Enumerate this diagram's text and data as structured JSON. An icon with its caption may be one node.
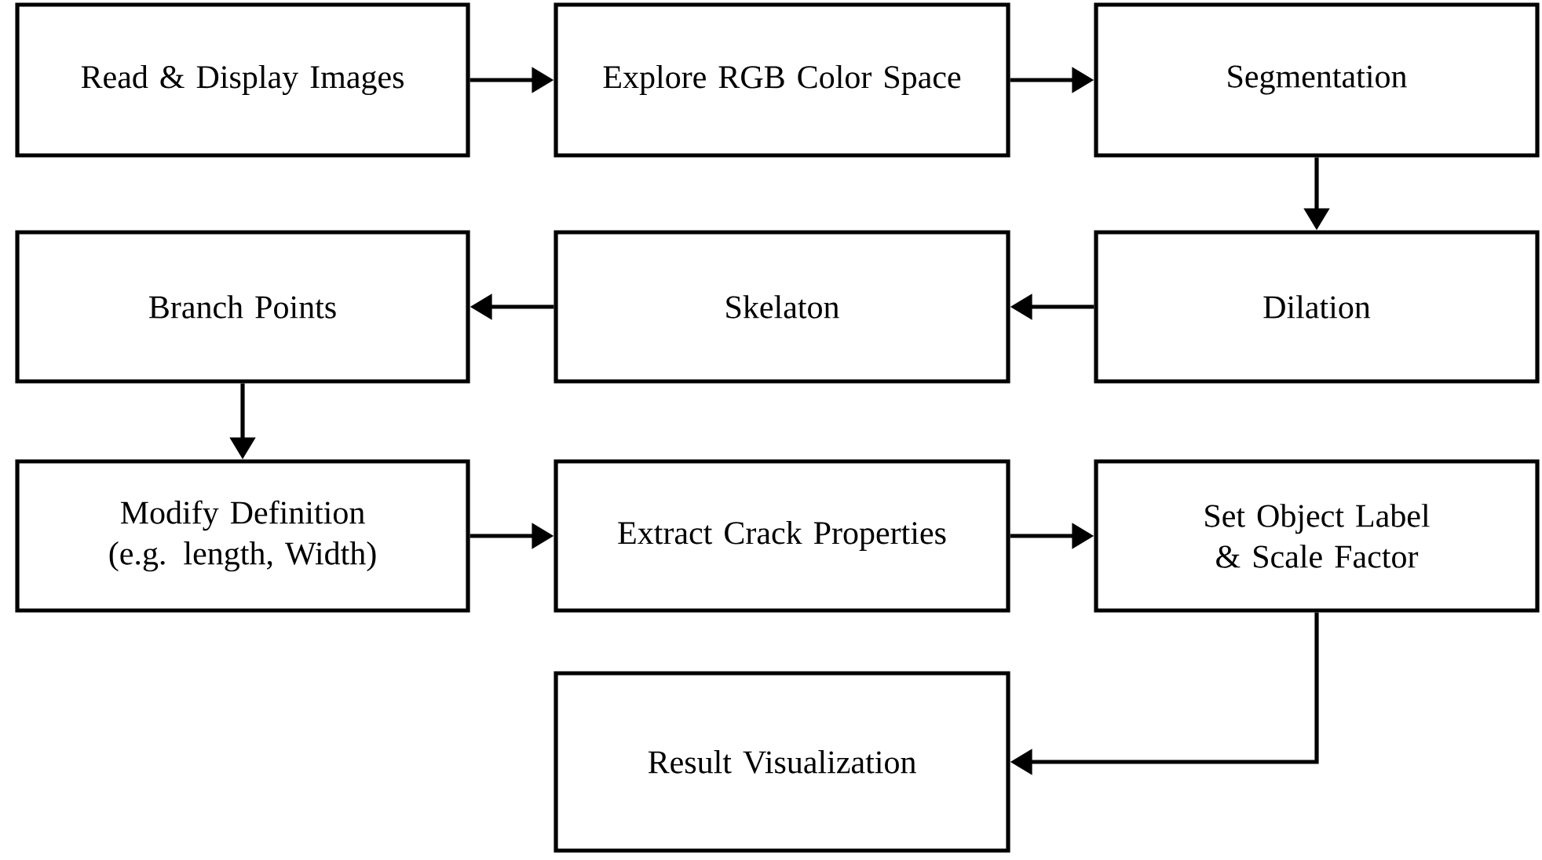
{
  "diagram": {
    "nodes": [
      {
        "text": [
          "Read & Display Images"
        ]
      },
      {
        "text": [
          "Explore RGB Color Space"
        ]
      },
      {
        "text": [
          "Segmentation"
        ]
      },
      {
        "text": [
          "Dilation"
        ]
      },
      {
        "text": [
          "Skelaton"
        ]
      },
      {
        "text": [
          "Branch Points"
        ]
      },
      {
        "text": [
          "Modify Definition (e.g. length, Width)"
        ]
      },
      {
        "text": [
          "Extract Crack Properties"
        ]
      },
      {
        "text": [
          "Set Object Label & Scale Factor"
        ]
      },
      {
        "text": [
          "Result Visualization"
        ]
      }
    ],
    "edges": [
      {
        "from": 0,
        "to": 1,
        "arrow": "to"
      },
      {
        "from": 1,
        "to": 2,
        "arrow": "to"
      },
      {
        "from": 2,
        "to": 3,
        "arrow": "to"
      },
      {
        "from": 3,
        "to": 4,
        "arrow": "to"
      },
      {
        "from": 4,
        "to": 5,
        "arrow": "to"
      },
      {
        "from": 5,
        "to": 6,
        "arrow": "to"
      },
      {
        "from": 6,
        "to": 7,
        "arrow": "to"
      },
      {
        "from": 7,
        "to": 8,
        "arrow": "to"
      },
      {
        "from": 8,
        "to": 9,
        "arrow": "to"
      }
    ]
  }
}
